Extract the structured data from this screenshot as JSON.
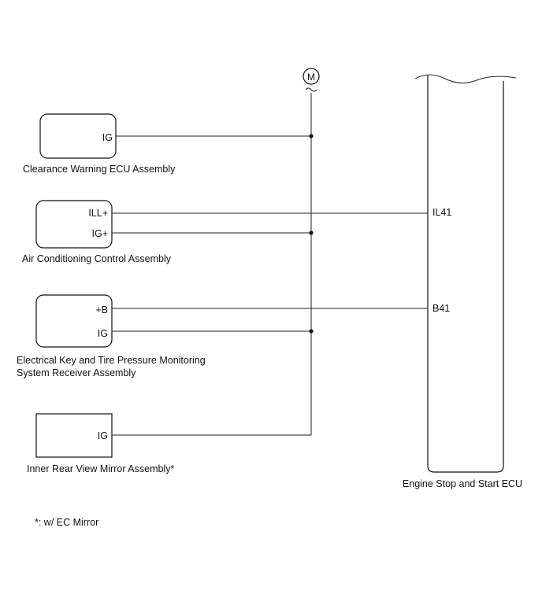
{
  "ground_symbol": {
    "letter": "M"
  },
  "components": {
    "clearance": {
      "name": "Clearance Warning ECU Assembly",
      "pins": [
        "IG"
      ]
    },
    "aircon": {
      "name": "Air Conditioning Control Assembly",
      "pins": [
        "ILL+",
        "IG+"
      ]
    },
    "elec_key": {
      "name_line1": "Electrical Key and Tire Pressure Monitoring",
      "name_line2": "System Receiver Assembly",
      "pins": [
        "+B",
        "IG"
      ]
    },
    "mirror": {
      "name": "Inner Rear View Mirror Assembly*",
      "pins": [
        "IG"
      ]
    },
    "ecu": {
      "name": "Engine Stop and Start ECU",
      "pins": [
        "IL41",
        "B41"
      ]
    }
  },
  "footnote": "*: w/ EC Mirror"
}
